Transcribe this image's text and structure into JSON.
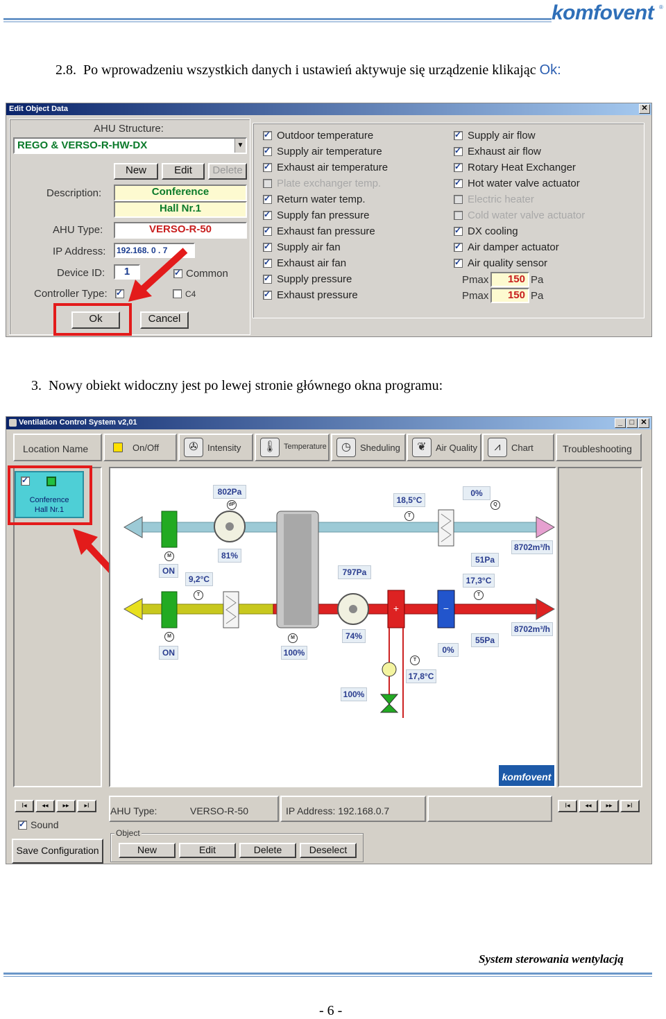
{
  "header": {
    "logo": "komfovent",
    "logo_mark": "®"
  },
  "section_28": {
    "number": "2.8.",
    "text": "Po wprowadzeniu wszystkich danych i ustawień aktywuje się urządzenie klikając",
    "ok_word": "Ok:"
  },
  "dialog": {
    "title": "Edit Object Data",
    "close": "✕",
    "ahu_structure_label": "AHU Structure:",
    "ahu_structure_value": "REGO & VERSO-R-HW-DX",
    "btn_new": "New",
    "btn_edit": "Edit",
    "btn_delete": "Delete",
    "description_label": "Description:",
    "description_line1": "Conference",
    "description_line2": "Hall Nr.1",
    "ahu_type_label": "AHU Type:",
    "ahu_type_value": "VERSO-R-50",
    "ip_label": "IP Address:",
    "ip_value": "192.168. 0 . 7",
    "device_id_label": "Device ID:",
    "device_id_value": "1",
    "common_label": "Common",
    "controller_type_label": "Controller Type:",
    "c4_label": "C4",
    "btn_ok": "Ok",
    "btn_cancel": "Cancel",
    "checks_col1": [
      {
        "label": "Outdoor temperature",
        "checked": true,
        "enabled": true
      },
      {
        "label": "Supply air temperature",
        "checked": true,
        "enabled": true
      },
      {
        "label": "Exhaust air temperature",
        "checked": true,
        "enabled": true
      },
      {
        "label": "Plate exchanger temp.",
        "checked": false,
        "enabled": false
      },
      {
        "label": "Return water temp.",
        "checked": true,
        "enabled": true
      },
      {
        "label": "Supply fan pressure",
        "checked": true,
        "enabled": true
      },
      {
        "label": "Exhaust fan pressure",
        "checked": true,
        "enabled": true
      },
      {
        "label": "Supply air fan",
        "checked": true,
        "enabled": true
      },
      {
        "label": "Exhaust air fan",
        "checked": true,
        "enabled": true
      },
      {
        "label": "Supply pressure",
        "checked": true,
        "enabled": true
      },
      {
        "label": "Exhaust pressure",
        "checked": true,
        "enabled": true
      }
    ],
    "checks_col2": [
      {
        "label": "Supply air flow",
        "checked": true,
        "enabled": true
      },
      {
        "label": "Exhaust air flow",
        "checked": true,
        "enabled": true
      },
      {
        "label": "Rotary Heat Exchanger",
        "checked": true,
        "enabled": true
      },
      {
        "label": "Hot water valve actuator",
        "checked": true,
        "enabled": true
      },
      {
        "label": "Electric heater",
        "checked": false,
        "enabled": false
      },
      {
        "label": "Cold water valve actuator",
        "checked": false,
        "enabled": false
      },
      {
        "label": "DX cooling",
        "checked": true,
        "enabled": true
      },
      {
        "label": "Air damper actuator",
        "checked": true,
        "enabled": true
      },
      {
        "label": "Air quality sensor",
        "checked": true,
        "enabled": true
      }
    ],
    "pmax_label": "Pmax",
    "pmax1": "150",
    "pmax2": "150",
    "pa_unit": "Pa"
  },
  "section_3": {
    "number": "3.",
    "text": "Nowy obiekt widoczny jest po lewej stronie głównego okna programu:"
  },
  "main_window": {
    "title": "Ventilation Control System v2,01",
    "win_controls": [
      "_",
      "□",
      "✕"
    ],
    "location_name": "Location Name",
    "toolbar": [
      {
        "label": "On/Off",
        "icon": "onoff-icon"
      },
      {
        "label": "Intensity",
        "icon": "fan-icon"
      },
      {
        "label": "Temperature",
        "icon": "thermometer-icon"
      },
      {
        "label": "Sheduling",
        "icon": "clock-icon"
      },
      {
        "label": "Air Quality",
        "icon": "leaf-icon"
      },
      {
        "label": "Chart",
        "icon": "chart-icon"
      }
    ],
    "troubleshooting": "Troubleshooting",
    "object_line1": "Conference",
    "object_line2": "Hall Nr.1",
    "nav_buttons": [
      "I◂",
      "◂◂",
      "▸▸",
      "▸I"
    ],
    "sound_label": "Sound",
    "save_config": "Save Configuration",
    "ahu_type_label": "AHU Type:",
    "ahu_type_value": "VERSO-R-50",
    "ip_address": "IP Address: 192.168.0.7",
    "object_group": "Object",
    "btn_new": "New",
    "btn_edit": "Edit",
    "btn_delete": "Delete",
    "btn_deselect": "Deselect",
    "diagram_logo": "komfovent",
    "readouts": {
      "p_supply_fan": "802Pa",
      "t_exhaust": "18,5°C",
      "quality": "0%",
      "flow_exhaust": "8702m³/h",
      "exhaust_fan_pct": "81%",
      "p_exhaust": "51Pa",
      "damper1": "ON",
      "t_outdoor": "9,2°C",
      "p_supply_fan2": "797Pa",
      "t_supply": "17,3°C",
      "flow_supply": "8702m³/h",
      "supply_fan_pct": "74%",
      "p_supply": "55Pa",
      "damper2": "ON",
      "rotor_pct": "100%",
      "cooling_pct": "0%",
      "t_return_water": "17,8°C",
      "valve_pct": "100%"
    }
  },
  "footer": {
    "title": "System sterowania wentylacją",
    "page": "- 6 -"
  },
  "colors": {
    "accent": "#2f6fb8",
    "highlight": "#e31b1b",
    "exhaust_duct": "#9ccad6",
    "supply_duct": "#c8c81e",
    "heating": "#dd2222",
    "cooling": "#2255cc"
  }
}
